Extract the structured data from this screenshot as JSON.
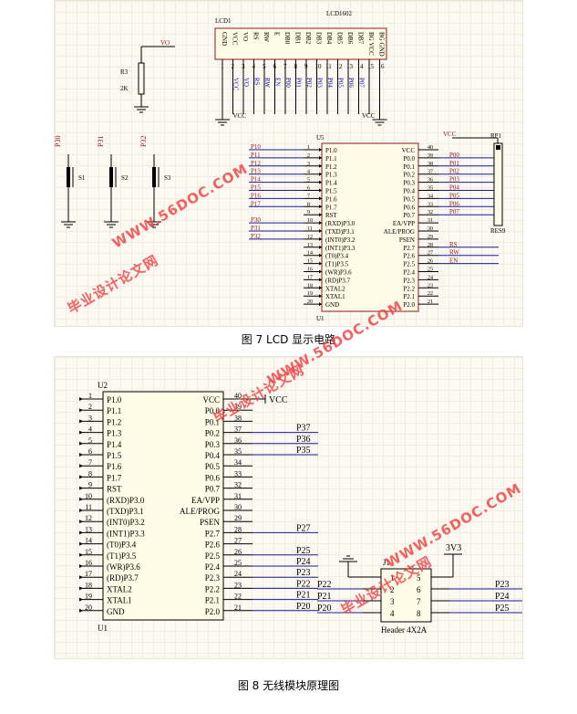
{
  "figure1": {
    "caption": "图 7 LCD 显示电路",
    "lcd": {
      "ref": "LCD1",
      "part": "LCD1602",
      "pins": [
        "GND",
        "VCC",
        "VO",
        "RS",
        "RW",
        "E",
        "DB0",
        "DB1",
        "DB2",
        "DB3",
        "DB4",
        "DB5",
        "DB6",
        "DB7",
        "BG VCC",
        "BG GND"
      ],
      "nums": [
        "1",
        "2",
        "3",
        "4",
        "5",
        "6",
        "7",
        "8",
        "9",
        "10",
        "11",
        "12",
        "13",
        "14",
        "15",
        "16"
      ],
      "nets": [
        "",
        "VCC",
        "VO",
        "RS",
        "RW",
        "EN",
        "P00",
        "P01",
        "P02",
        "P03",
        "P04",
        "P05",
        "P06",
        "P07",
        "",
        ""
      ]
    },
    "pot": {
      "ref": "R3",
      "value": "2K",
      "net": "VO"
    },
    "switches": [
      {
        "net": "P30",
        "ref": "S1"
      },
      {
        "net": "P31",
        "ref": "S2"
      },
      {
        "net": "P32",
        "ref": "S3"
      }
    ],
    "vcc_labels": [
      "VCC",
      "VCC",
      "VCC"
    ],
    "mcu": {
      "ref_top": "U5",
      "ref_bottom": "U1",
      "left": [
        {
          "n": "1",
          "l": "P1.0",
          "net": "P10"
        },
        {
          "n": "2",
          "l": "P1.1",
          "net": "P11"
        },
        {
          "n": "3",
          "l": "P1.2",
          "net": "P12"
        },
        {
          "n": "4",
          "l": "P1.3",
          "net": "P13"
        },
        {
          "n": "5",
          "l": "P1.4",
          "net": "P14"
        },
        {
          "n": "6",
          "l": "P1.5",
          "net": "P15"
        },
        {
          "n": "7",
          "l": "P1.6",
          "net": "P16"
        },
        {
          "n": "8",
          "l": "P1.7",
          "net": "P17"
        },
        {
          "n": "9",
          "l": "RST",
          "net": ""
        },
        {
          "n": "10",
          "l": "(RXD)P3.0",
          "net": "P30"
        },
        {
          "n": "11",
          "l": "(TXD)P3.1",
          "net": "P31"
        },
        {
          "n": "12",
          "l": "(INT0)P3.2",
          "net": "P32"
        },
        {
          "n": "13",
          "l": "(INT1)P3.3",
          "net": ""
        },
        {
          "n": "14",
          "l": "(T0)P3.4",
          "net": ""
        },
        {
          "n": "15",
          "l": "(T1)P3.5",
          "net": ""
        },
        {
          "n": "16",
          "l": "(WR)P3.6",
          "net": ""
        },
        {
          "n": "17",
          "l": "(RD)P3.7",
          "net": ""
        },
        {
          "n": "18",
          "l": "XTAL2",
          "net": ""
        },
        {
          "n": "19",
          "l": "XTAL1",
          "net": ""
        },
        {
          "n": "20",
          "l": "GND",
          "net": ""
        }
      ],
      "right": [
        {
          "n": "40",
          "l": "VCC",
          "net": ""
        },
        {
          "n": "39",
          "l": "P0.0",
          "net": "P00"
        },
        {
          "n": "38",
          "l": "P0.1",
          "net": "P01"
        },
        {
          "n": "37",
          "l": "P0.2",
          "net": "P02"
        },
        {
          "n": "36",
          "l": "P0.3",
          "net": "P03"
        },
        {
          "n": "35",
          "l": "P0.4",
          "net": "P04"
        },
        {
          "n": "34",
          "l": "P0.5",
          "net": "P05"
        },
        {
          "n": "33",
          "l": "P0.6",
          "net": "P06"
        },
        {
          "n": "32",
          "l": "P0.7",
          "net": "P07"
        },
        {
          "n": "31",
          "l": "EA/VPP",
          "net": ""
        },
        {
          "n": "30",
          "l": "ALE/PROG",
          "net": ""
        },
        {
          "n": "29",
          "l": "PSEN",
          "net": ""
        },
        {
          "n": "28",
          "l": "P2.7",
          "net": "RS"
        },
        {
          "n": "27",
          "l": "P2.6",
          "net": "RW"
        },
        {
          "n": "26",
          "l": "P2.5",
          "net": "EN"
        },
        {
          "n": "25",
          "l": "P2.4",
          "net": ""
        },
        {
          "n": "24",
          "l": "P2.3",
          "net": ""
        },
        {
          "n": "23",
          "l": "P2.2",
          "net": ""
        },
        {
          "n": "22",
          "l": "P2.1",
          "net": ""
        },
        {
          "n": "21",
          "l": "P2.0",
          "net": ""
        }
      ]
    },
    "rp": {
      "ref": "RP1",
      "part": "RES9",
      "vcc": "VCC"
    }
  },
  "figure2": {
    "caption": "图 8 无线模块原理图",
    "mcu": {
      "ref_top": "U2",
      "ref_bottom": "U1",
      "vcc": "VCC",
      "left": [
        {
          "n": "1",
          "l": "P1.0"
        },
        {
          "n": "2",
          "l": "P1.1"
        },
        {
          "n": "3",
          "l": "P1.2"
        },
        {
          "n": "4",
          "l": "P1.3"
        },
        {
          "n": "5",
          "l": "P1.4"
        },
        {
          "n": "6",
          "l": "P1.5"
        },
        {
          "n": "7",
          "l": "P1.6"
        },
        {
          "n": "8",
          "l": "P1.7"
        },
        {
          "n": "9",
          "l": "RST"
        },
        {
          "n": "10",
          "l": "(RXD)P3.0"
        },
        {
          "n": "11",
          "l": "(TXD)P3.1"
        },
        {
          "n": "12",
          "l": "(INT0)P3.2"
        },
        {
          "n": "13",
          "l": "(INT1)P3.3"
        },
        {
          "n": "14",
          "l": "(T0)P3.4"
        },
        {
          "n": "15",
          "l": "(T1)P3.5"
        },
        {
          "n": "16",
          "l": "(WR)P3.6"
        },
        {
          "n": "17",
          "l": "(RD)P3.7"
        },
        {
          "n": "18",
          "l": "XTAL2"
        },
        {
          "n": "19",
          "l": "XTAL1"
        },
        {
          "n": "20",
          "l": "GND"
        }
      ],
      "right": [
        {
          "n": "40",
          "l": "VCC",
          "net": ""
        },
        {
          "n": "39",
          "l": "P0.0",
          "net": ""
        },
        {
          "n": "38",
          "l": "P0.1",
          "net": ""
        },
        {
          "n": "37",
          "l": "P0.2",
          "net": "P37"
        },
        {
          "n": "36",
          "l": "P0.3",
          "net": "P36"
        },
        {
          "n": "35",
          "l": "P0.4",
          "net": "P35"
        },
        {
          "n": "34",
          "l": "P0.5",
          "net": ""
        },
        {
          "n": "33",
          "l": "P0.6",
          "net": ""
        },
        {
          "n": "32",
          "l": "P0.7",
          "net": ""
        },
        {
          "n": "31",
          "l": "EA/VPP",
          "net": ""
        },
        {
          "n": "30",
          "l": "ALE/PROG",
          "net": ""
        },
        {
          "n": "29",
          "l": "PSEN",
          "net": ""
        },
        {
          "n": "28",
          "l": "P2.7",
          "net": "P27"
        },
        {
          "n": "27",
          "l": "P2.6",
          "net": ""
        },
        {
          "n": "26",
          "l": "P2.5",
          "net": "P25"
        },
        {
          "n": "25",
          "l": "P2.4",
          "net": "P24"
        },
        {
          "n": "24",
          "l": "P2.3",
          "net": "P23"
        },
        {
          "n": "23",
          "l": "P2.2",
          "net": "P22"
        },
        {
          "n": "22",
          "l": "P2.1",
          "net": "P21"
        },
        {
          "n": "21",
          "l": "P2.0",
          "net": "P20"
        }
      ]
    },
    "header": {
      "ref": "J1",
      "part": "Header 4X2A",
      "power": "3V3",
      "left": [
        {
          "n": "1",
          "net": ""
        },
        {
          "n": "2",
          "net": "P22"
        },
        {
          "n": "3",
          "net": "P21"
        },
        {
          "n": "4",
          "net": "P20"
        }
      ],
      "right": [
        {
          "n": "5",
          "net": ""
        },
        {
          "n": "6",
          "net": "P23"
        },
        {
          "n": "7",
          "net": "P24"
        },
        {
          "n": "8",
          "net": "P25"
        }
      ]
    }
  },
  "watermarks": [
    "WWW.56DOC.COM",
    "毕业设计论文网"
  ]
}
